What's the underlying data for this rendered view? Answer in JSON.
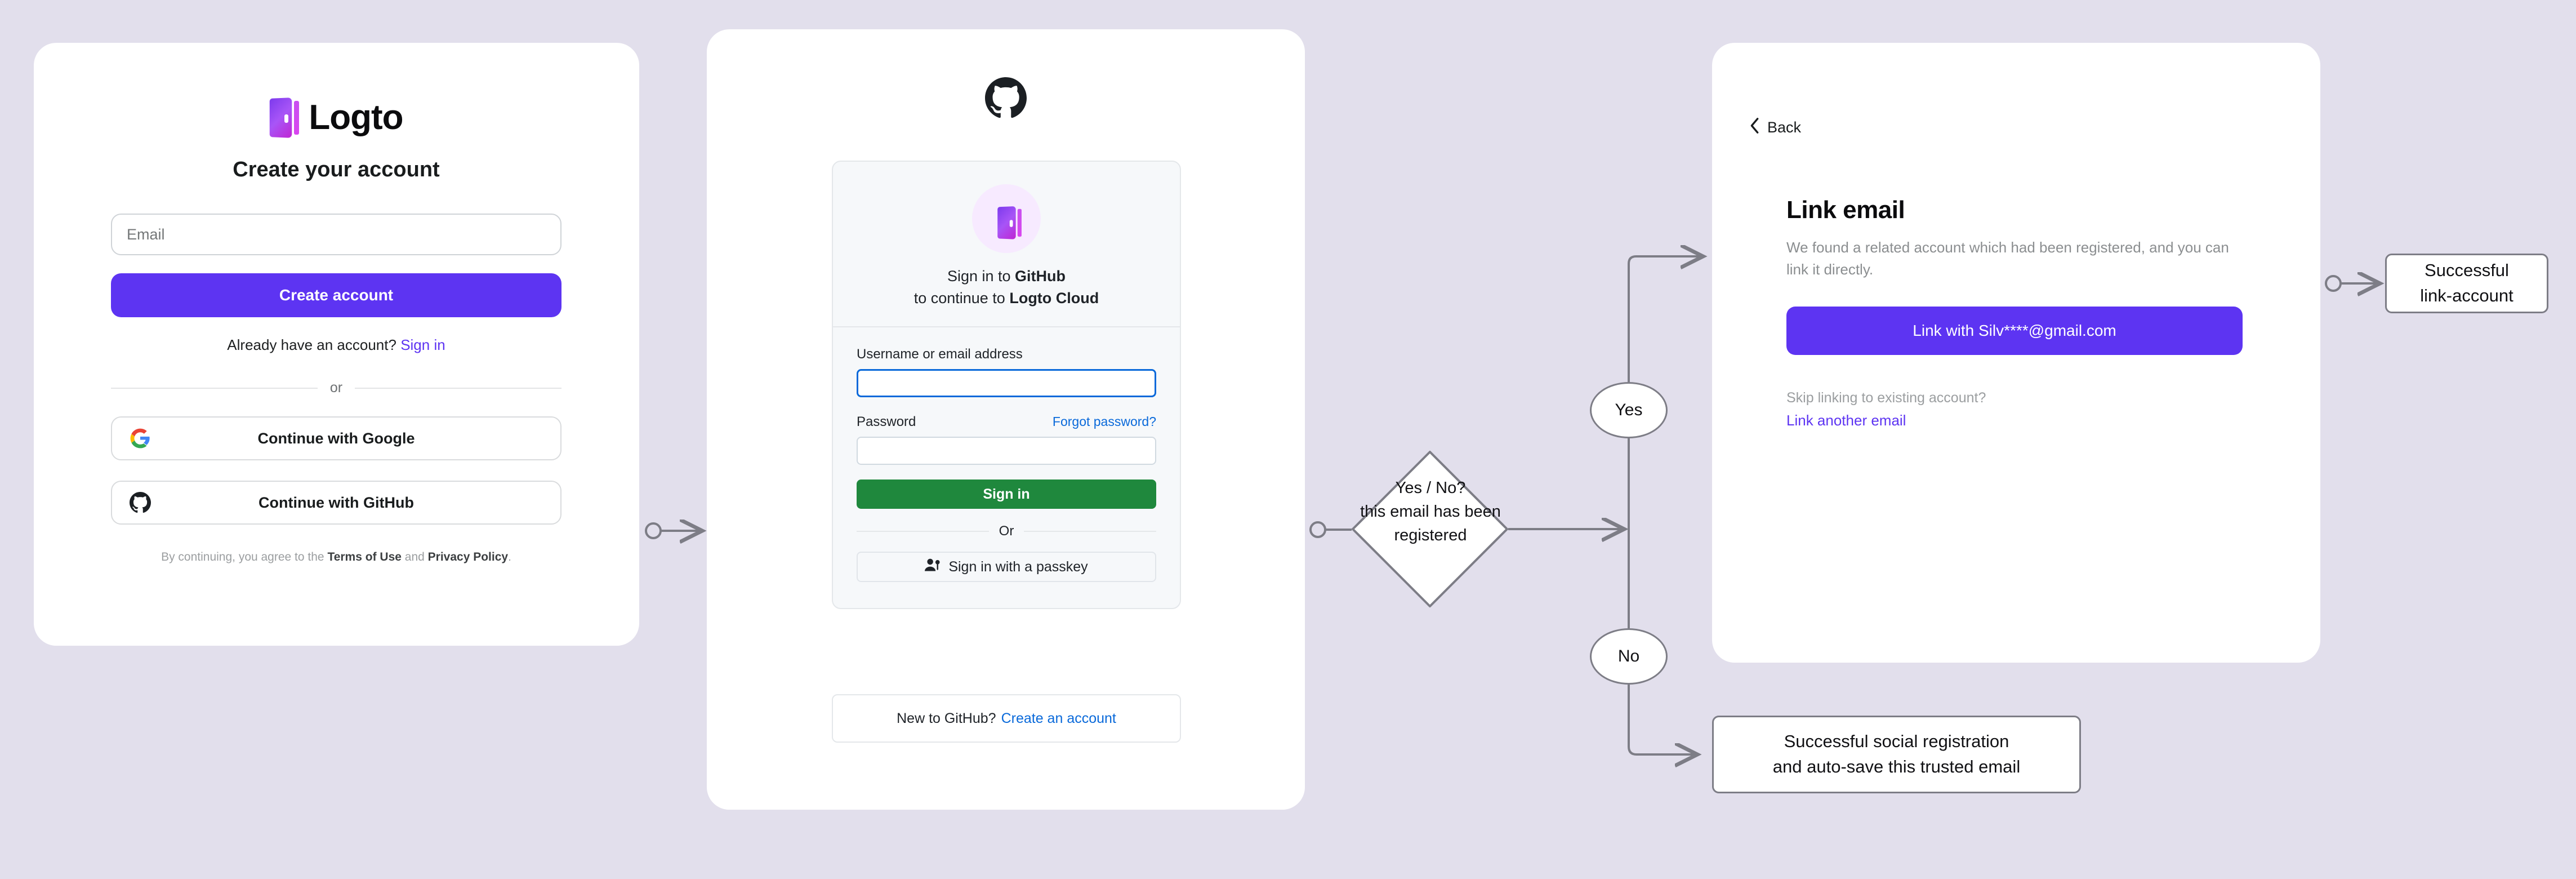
{
  "background_color": "#e2dfec",
  "signup_card": {
    "brand_name": "Logto",
    "title": "Create your account",
    "email_placeholder": "Email",
    "create_account_label": "Create account",
    "signin_prompt": "Already have an account?",
    "signin_link": "Sign in",
    "divider_label": "or",
    "social_buttons": [
      {
        "label": "Continue with Google",
        "icon": "google-icon"
      },
      {
        "label": "Continue with GitHub",
        "icon": "github-icon"
      }
    ],
    "legal_prefix": "By continuing, you agree to the ",
    "legal_terms": "Terms of Use",
    "legal_middle": " and ",
    "legal_privacy": "Privacy Policy",
    "legal_suffix": ".",
    "accent_color": "#5d34f2"
  },
  "github_card": {
    "logo": "github-icon",
    "heading_line1_prefix": "Sign in to ",
    "heading_line1_strong": "GitHub",
    "heading_line2_prefix": "to continue to ",
    "heading_line2_strong": "Logto Cloud",
    "username_label": "Username or email address",
    "username_value": "",
    "password_label": "Password",
    "password_value": "",
    "forgot_password_label": "Forgot password?",
    "signin_label": "Sign in",
    "divider_label": "Or",
    "passkey_label": "Sign in with a passkey",
    "footer_prompt": "New to GitHub?",
    "footer_link": "Create an account",
    "signin_color": "#1f883d",
    "link_color": "#0969da"
  },
  "link_email_card": {
    "back_label": "Back",
    "title": "Link email",
    "description": "We found a related account which had been registered, and you can link it directly.",
    "link_button_label": "Link with Silv****@gmail.com",
    "skip_label": "Skip linking to existing account?",
    "alt_link_label": "Link another email",
    "accent_color": "#5d34f2"
  },
  "flow": {
    "decision_line1": "Yes / No?",
    "decision_line2": "this email has been",
    "decision_line3": "registered",
    "branch_yes": "Yes",
    "branch_no": "No",
    "outcome_link_line1": "Successful",
    "outcome_link_line2": "link-account",
    "outcome_social_line1": "Successful social registration",
    "outcome_social_line2": "and auto-save this trusted email",
    "connector_color": "#7d7d86"
  }
}
